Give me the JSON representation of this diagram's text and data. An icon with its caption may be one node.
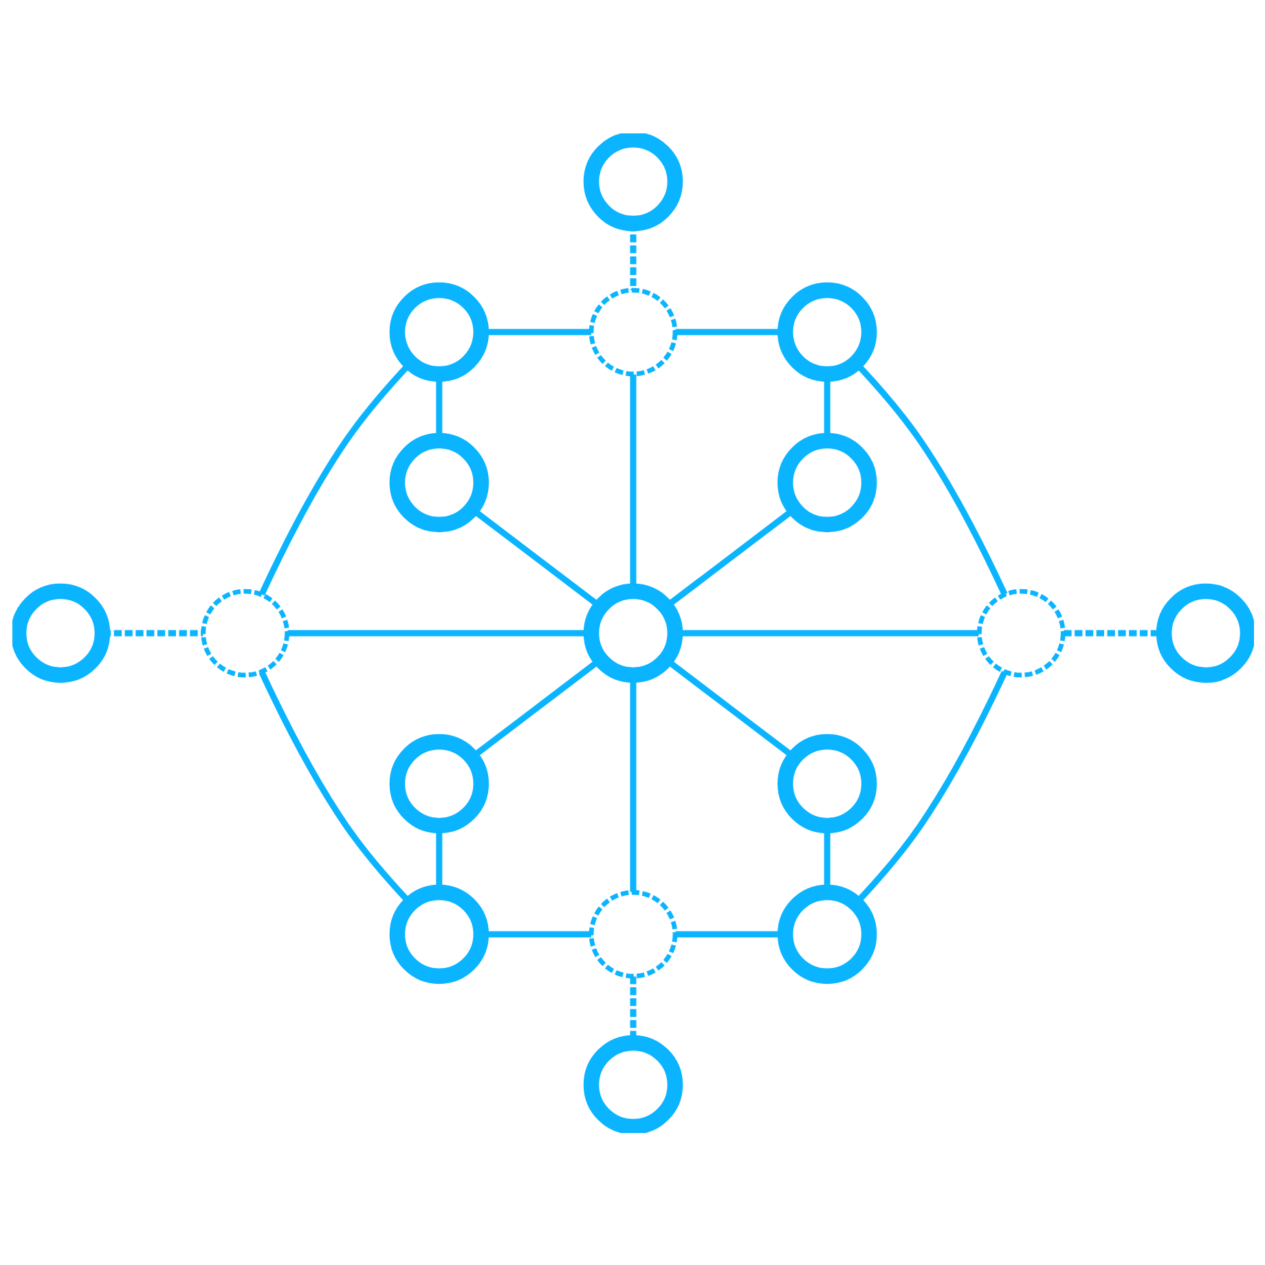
{
  "diagram": {
    "nodes": [
      {
        "text": [],
        "shape": "circle"
      },
      {
        "text": [],
        "shape": "circle"
      },
      {
        "text": [],
        "shape": "circle"
      },
      {
        "text": [],
        "shape": "circle"
      },
      {
        "text": [],
        "shape": "circle"
      },
      {
        "text": [],
        "shape": "circle"
      },
      {
        "text": [],
        "shape": "circle"
      },
      {
        "text": [],
        "shape": "circle"
      },
      {
        "text": [],
        "shape": "circle"
      },
      {
        "text": [],
        "shape": "circle"
      },
      {
        "text": [],
        "shape": "circle"
      },
      {
        "text": [],
        "shape": "circle"
      },
      {
        "text": [],
        "shape": "circle"
      },
      {
        "text": [],
        "shape": "circle"
      },
      {
        "text": [],
        "shape": "circle"
      },
      {
        "text": [],
        "shape": "circle"
      },
      {
        "text": [],
        "shape": "circle"
      }
    ],
    "edges": [
      {
        "from": 0,
        "to": 2,
        "arrow": "none",
        "style": "dashed"
      },
      {
        "from": 1,
        "to": 2,
        "arrow": "none"
      },
      {
        "from": 2,
        "to": 3,
        "arrow": "none"
      },
      {
        "from": 1,
        "to": 4,
        "arrow": "none"
      },
      {
        "from": 3,
        "to": 5,
        "arrow": "none"
      },
      {
        "from": 2,
        "to": 8,
        "arrow": "none"
      },
      {
        "from": 4,
        "to": 8,
        "arrow": "none"
      },
      {
        "from": 5,
        "to": 8,
        "arrow": "none"
      },
      {
        "from": 1,
        "to": 7,
        "arrow": "none"
      },
      {
        "from": 3,
        "to": 9,
        "arrow": "none"
      },
      {
        "from": 6,
        "to": 7,
        "arrow": "none",
        "style": "dashed"
      },
      {
        "from": 7,
        "to": 8,
        "arrow": "none"
      },
      {
        "from": 8,
        "to": 9,
        "arrow": "none"
      },
      {
        "from": 9,
        "to": 10,
        "arrow": "none",
        "style": "dashed"
      },
      {
        "from": 7,
        "to": 13,
        "arrow": "none"
      },
      {
        "from": 9,
        "to": 15,
        "arrow": "none"
      },
      {
        "from": 8,
        "to": 11,
        "arrow": "none"
      },
      {
        "from": 8,
        "to": 12,
        "arrow": "none"
      },
      {
        "from": 8,
        "to": 14,
        "arrow": "none"
      },
      {
        "from": 11,
        "to": 13,
        "arrow": "none"
      },
      {
        "from": 12,
        "to": 15,
        "arrow": "none"
      },
      {
        "from": 13,
        "to": 14,
        "arrow": "none"
      },
      {
        "from": 14,
        "to": 15,
        "arrow": "none"
      },
      {
        "from": 14,
        "to": 16,
        "arrow": "none",
        "style": "dashed"
      }
    ]
  }
}
